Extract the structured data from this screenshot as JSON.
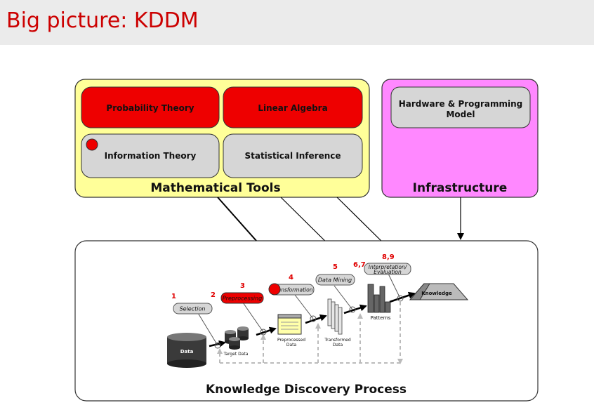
{
  "title": "Big picture: KDDM",
  "math_tools": {
    "label": "Mathematical Tools",
    "boxes": {
      "probability": "Probability Theory",
      "linear_algebra": "Linear Algebra",
      "information": "Information Theory",
      "statistical": "Statistical Inference"
    }
  },
  "infrastructure": {
    "label": "Infrastructure",
    "box_line1": "Hardware & Programming",
    "box_line2": "Model"
  },
  "process": {
    "label": "Knowledge Discovery Process",
    "steps": {
      "selection": "Selection",
      "preprocessing": "Preprocessing",
      "transformation": "Transformation",
      "data_mining": "Data Mining",
      "interpretation_line1": "Interpretation/",
      "interpretation_line2": "Evaluation"
    },
    "stores": {
      "data": "Data",
      "target_data": "Target Data",
      "preprocessed_line1": "Preprocessed",
      "preprocessed_line2": "Data",
      "transformed_line1": "Transformed",
      "transformed_line2": "Data",
      "patterns": "Patterns",
      "knowledge": "Knowledge"
    },
    "numbers": {
      "n1": "1",
      "n2": "2",
      "n3": "3",
      "n4": "4",
      "n5": "5",
      "n67": "6,7",
      "n89": "8,9"
    }
  },
  "colors": {
    "title": "#cc0000",
    "math_bg": "#ffff99",
    "infra_bg": "#ff88ff",
    "highlight": "#ee0000",
    "box_gray": "#d6d6d6"
  }
}
